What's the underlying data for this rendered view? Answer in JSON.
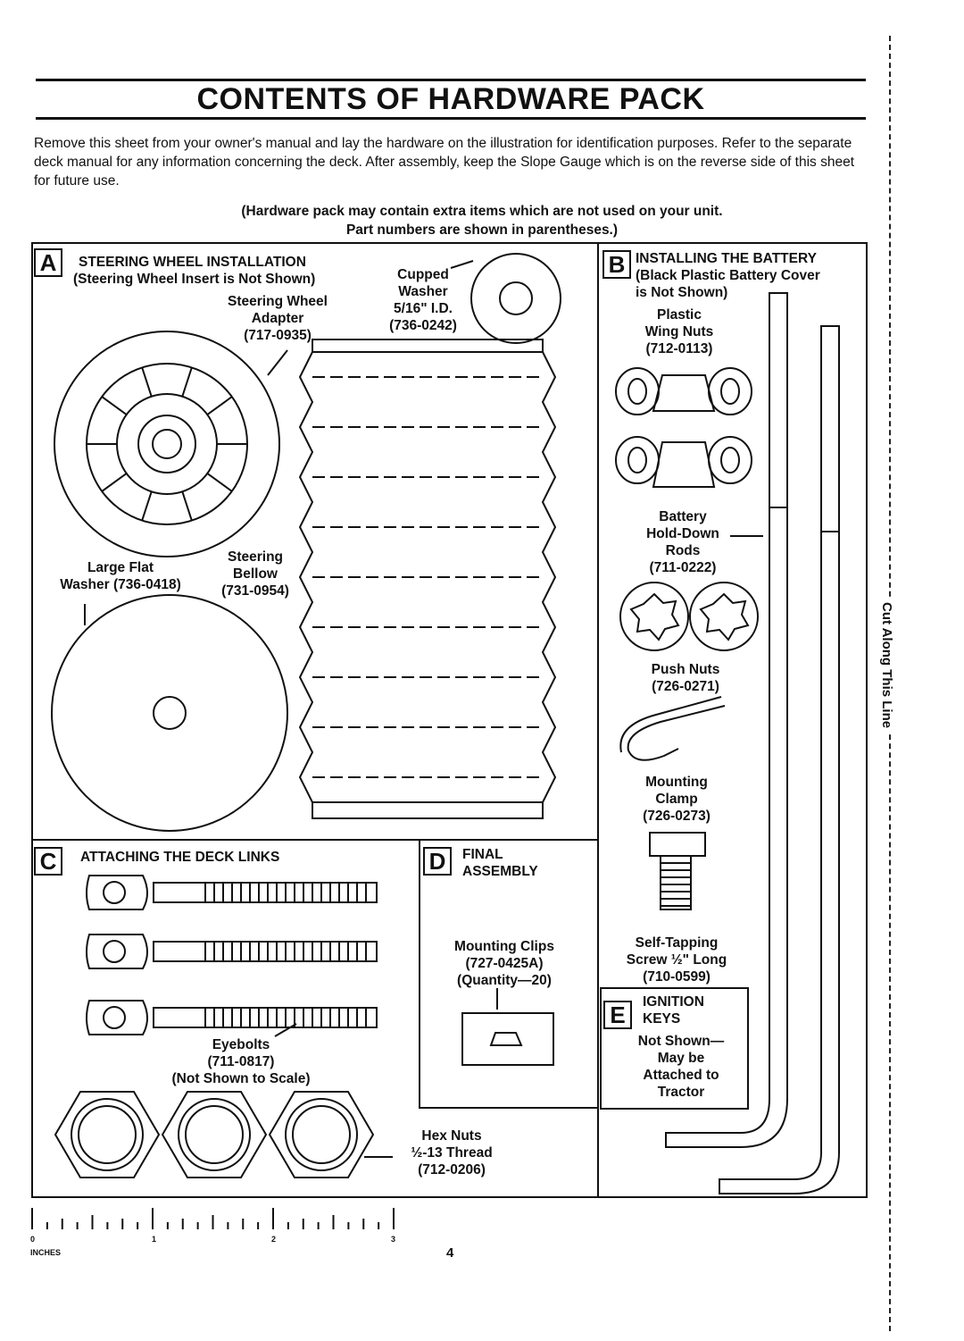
{
  "title": "CONTENTS OF HARDWARE PACK",
  "intro": "Remove this sheet from your owner's manual and lay the hardware on the illustration for identification purposes. Refer to the separate deck manual for any information concerning the deck. After assembly, keep the Slope Gauge which is on the reverse side of this sheet for future use.",
  "note_line1": "(Hardware pack may contain extra items which are not used on your unit.",
  "note_line2": "Part numbers are shown in parentheses.)",
  "sections": {
    "a": {
      "letter": "A",
      "title": "STEERING WHEEL INSTALLATION",
      "subtitle": "(Steering Wheel Insert is Not Shown)",
      "cupped_washer": [
        "Cupped",
        "Washer",
        "5/16\" I.D.",
        "(736-0242)"
      ],
      "adapter": [
        "Steering Wheel",
        "Adapter",
        "(717-0935)"
      ],
      "bellow": [
        "Steering",
        "Bellow",
        "(731-0954)"
      ],
      "flat_washer": [
        "Large Flat",
        "Washer (736-0418)"
      ]
    },
    "b": {
      "letter": "B",
      "title": "INSTALLING THE BATTERY",
      "subtitle1": "(Black Plastic Battery Cover",
      "subtitle2": "is Not Shown)",
      "wing_nuts": [
        "Plastic",
        "Wing Nuts",
        "(712-0113)"
      ],
      "rods": [
        "Battery",
        "Hold-Down",
        "Rods",
        "(711-0222)"
      ],
      "push_nuts": [
        "Push Nuts",
        "(726-0271)"
      ],
      "clamp": [
        "Mounting",
        "Clamp",
        "(726-0273)"
      ],
      "screw": [
        "Self-Tapping",
        "Screw ½\" Long",
        "(710-0599)"
      ]
    },
    "c": {
      "letter": "C",
      "title": "ATTACHING THE DECK LINKS",
      "eyebolts": [
        "Eyebolts",
        "(711-0817)",
        "(Not Shown to Scale)"
      ],
      "hex_nuts": [
        "Hex Nuts",
        "½-13 Thread",
        "(712-0206)"
      ]
    },
    "d": {
      "letter": "D",
      "title1": "FINAL",
      "title2": "ASSEMBLY",
      "clips": [
        "Mounting Clips",
        "(727-0425A)",
        "(Quantity—20)"
      ]
    },
    "e": {
      "letter": "E",
      "title1": "IGNITION",
      "title2": "KEYS",
      "body": [
        "Not Shown—",
        "May be",
        "Attached to",
        "Tractor"
      ]
    }
  },
  "ruler": {
    "marks": [
      "0",
      "1",
      "2",
      "3"
    ],
    "unit": "INCHES"
  },
  "cut_line": "Cut Along This Line",
  "page_number": "4"
}
